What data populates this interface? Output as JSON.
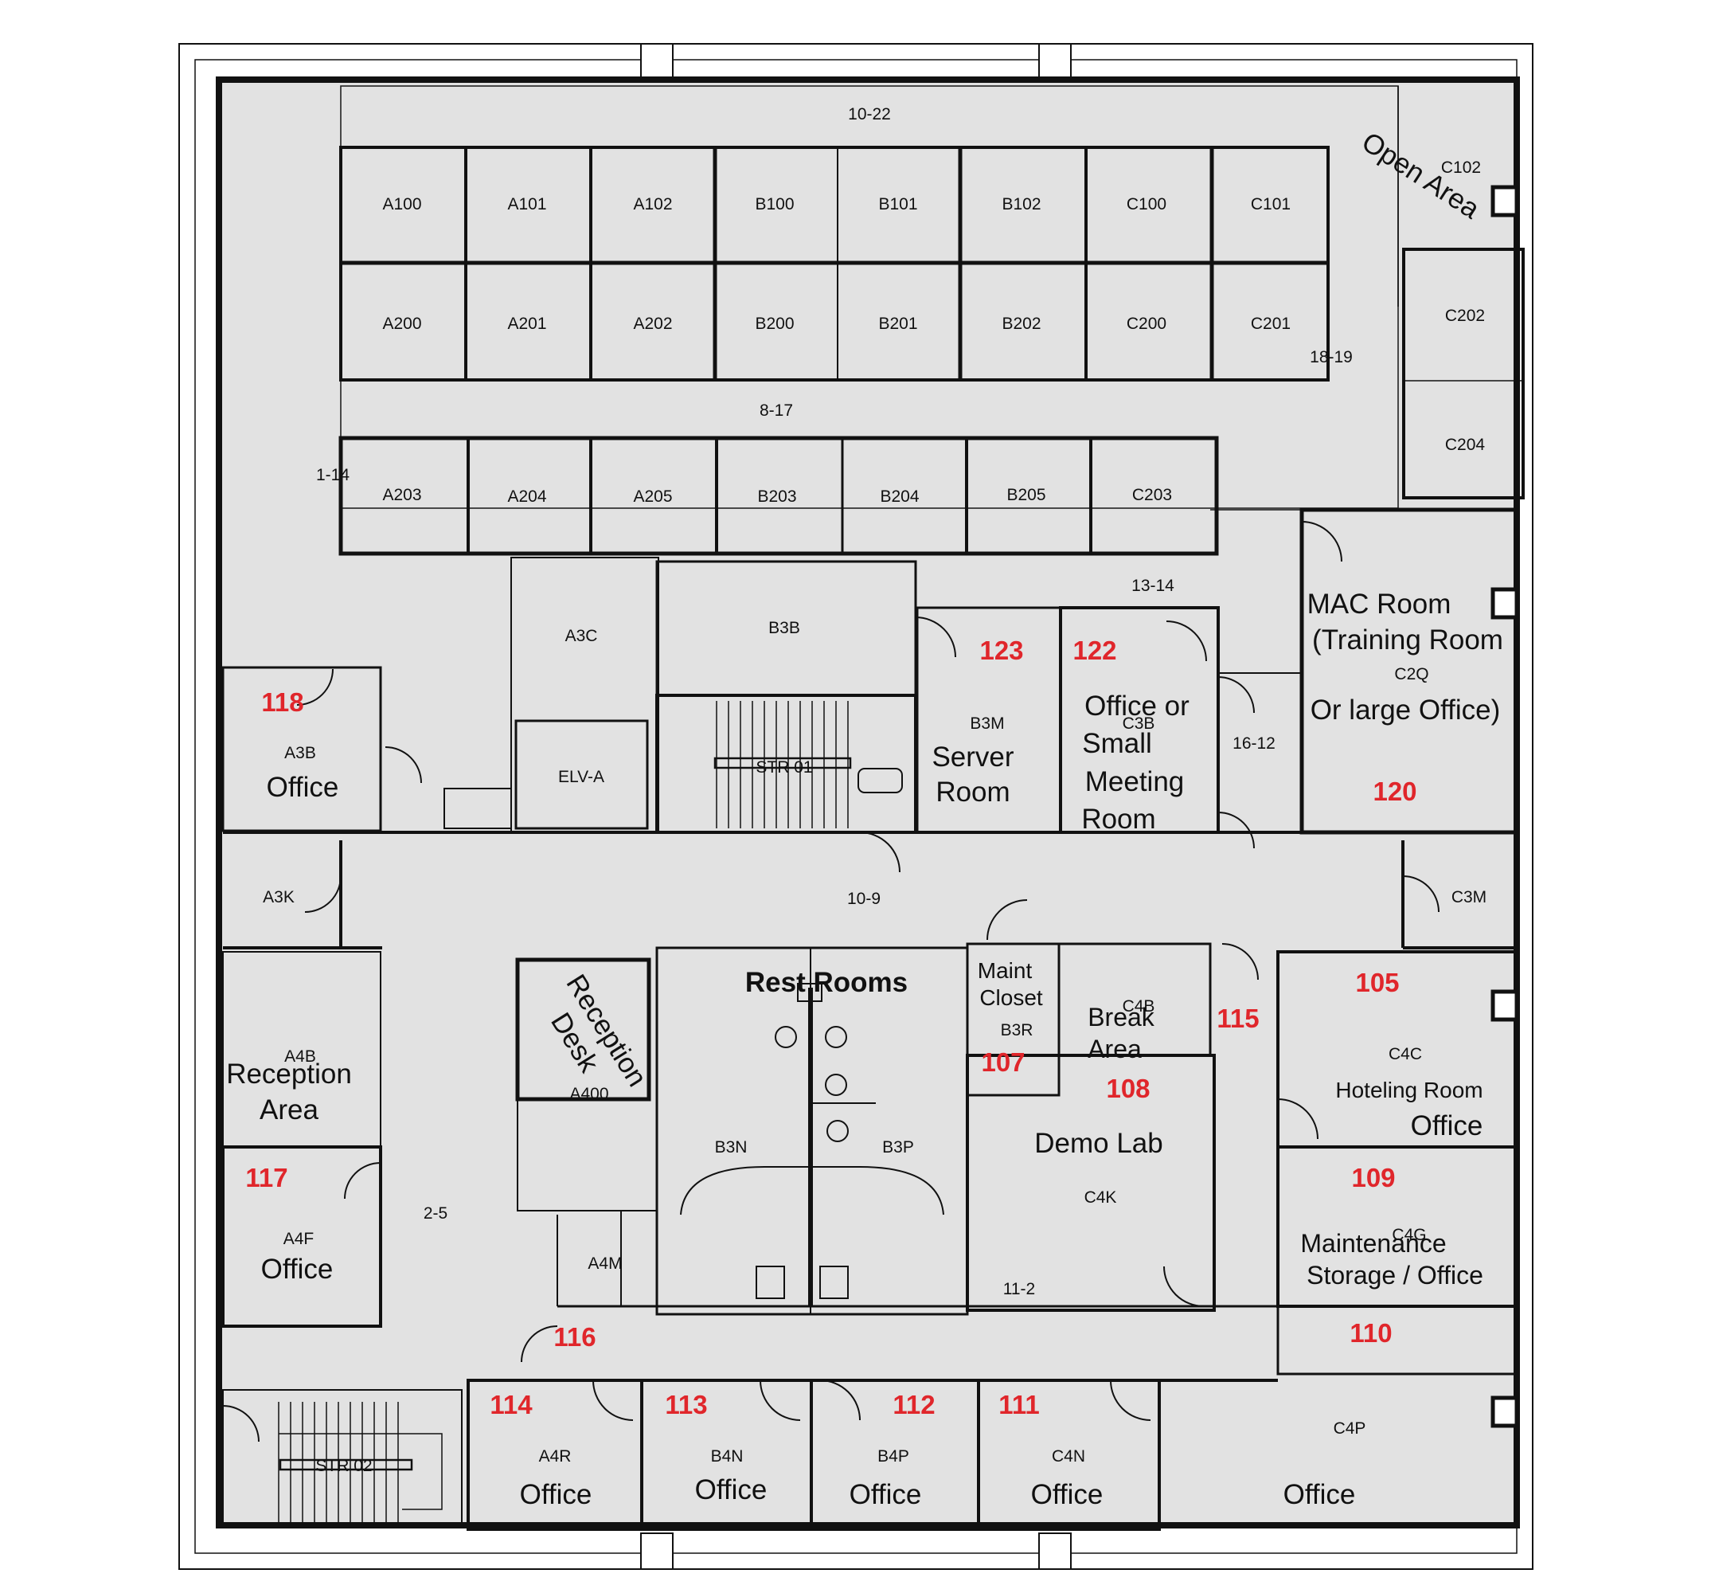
{
  "labels": {
    "corr_10_22": "10-22",
    "corr_8_17": "8-17",
    "corr_1_14": "1-14",
    "corr_18_19": "18-19",
    "corr_13_14": "13-14",
    "corr_16_12": "16-12",
    "corr_10_9": "10-9",
    "corr_2_5": "2-5",
    "corr_11_2": "11-2",
    "open_area": "Open Area",
    "A100": "A100",
    "A101": "A101",
    "A102": "A102",
    "B100": "B100",
    "B101": "B101",
    "B102": "B102",
    "C100": "C100",
    "C101": "C101",
    "A200": "A200",
    "A201": "A201",
    "A202": "A202",
    "B200": "B200",
    "B201": "B201",
    "B202": "B202",
    "C200": "C200",
    "C201": "C201",
    "A203": "A203",
    "A204": "A204",
    "A205": "A205",
    "B203": "B203",
    "B204": "B204",
    "B205": "B205",
    "C203": "C203",
    "C102": "C102",
    "C202": "C202",
    "C204": "C204",
    "A3C": "A3C",
    "B3B": "B3B",
    "ELV_A": "ELV-A",
    "STR_01": "STR 01",
    "STR_02": "STR 02",
    "r123": "123",
    "B3M": "B3M",
    "server_1": "Server",
    "server_2": "Room",
    "r122": "122",
    "C3B": "C3B",
    "osm_1": "Office or",
    "osm_2": "Small",
    "osm_3": "Meeting",
    "osm_4": "Room",
    "mac_1": "MAC Room",
    "mac_2": "(Training Room",
    "C2Q": "C2Q",
    "mac_3": "Or large Office)",
    "r120": "120",
    "r118": "118",
    "A3B": "A3B",
    "office_118": "Office",
    "A3K": "A3K",
    "C3M": "C3M",
    "A4B": "A4B",
    "reception_1": "Reception",
    "reception_2": "Area",
    "desk_1": "Reception",
    "desk_2": "Desk",
    "A400": "A400",
    "restrooms": "Rest Rooms",
    "B3N": "B3N",
    "B3P": "B3P",
    "maint_1": "Maint",
    "maint_2": "Closet",
    "B3R": "B3R",
    "r107": "107",
    "C4B": "C4B",
    "break_1": "Break",
    "break_2": "Area",
    "r115": "115",
    "r105": "105",
    "C4C": "C4C",
    "hoteling": "Hoteling Room",
    "office_105": "Office",
    "r108": "108",
    "demo": "Demo Lab",
    "C4K": "C4K",
    "r109": "109",
    "C4G": "C4G",
    "maint_storage_1": "Maintenance",
    "maint_storage_2": "Storage / Office",
    "r117": "117",
    "A4F": "A4F",
    "office_117": "Office",
    "A4M": "A4M",
    "r116": "116",
    "r110": "110",
    "C4P": "C4P",
    "office_110": "Office",
    "r114": "114",
    "A4R": "A4R",
    "office_114": "Office",
    "r113": "113",
    "B4N": "B4N",
    "office_113": "Office",
    "r112": "112",
    "B4P": "B4P",
    "office_112": "Office",
    "r111": "111",
    "C4N": "C4N",
    "office_111": "Office"
  },
  "colors": {
    "floor": "#e2e2e2",
    "wall": "#111111",
    "room_number": "#e0262b"
  }
}
